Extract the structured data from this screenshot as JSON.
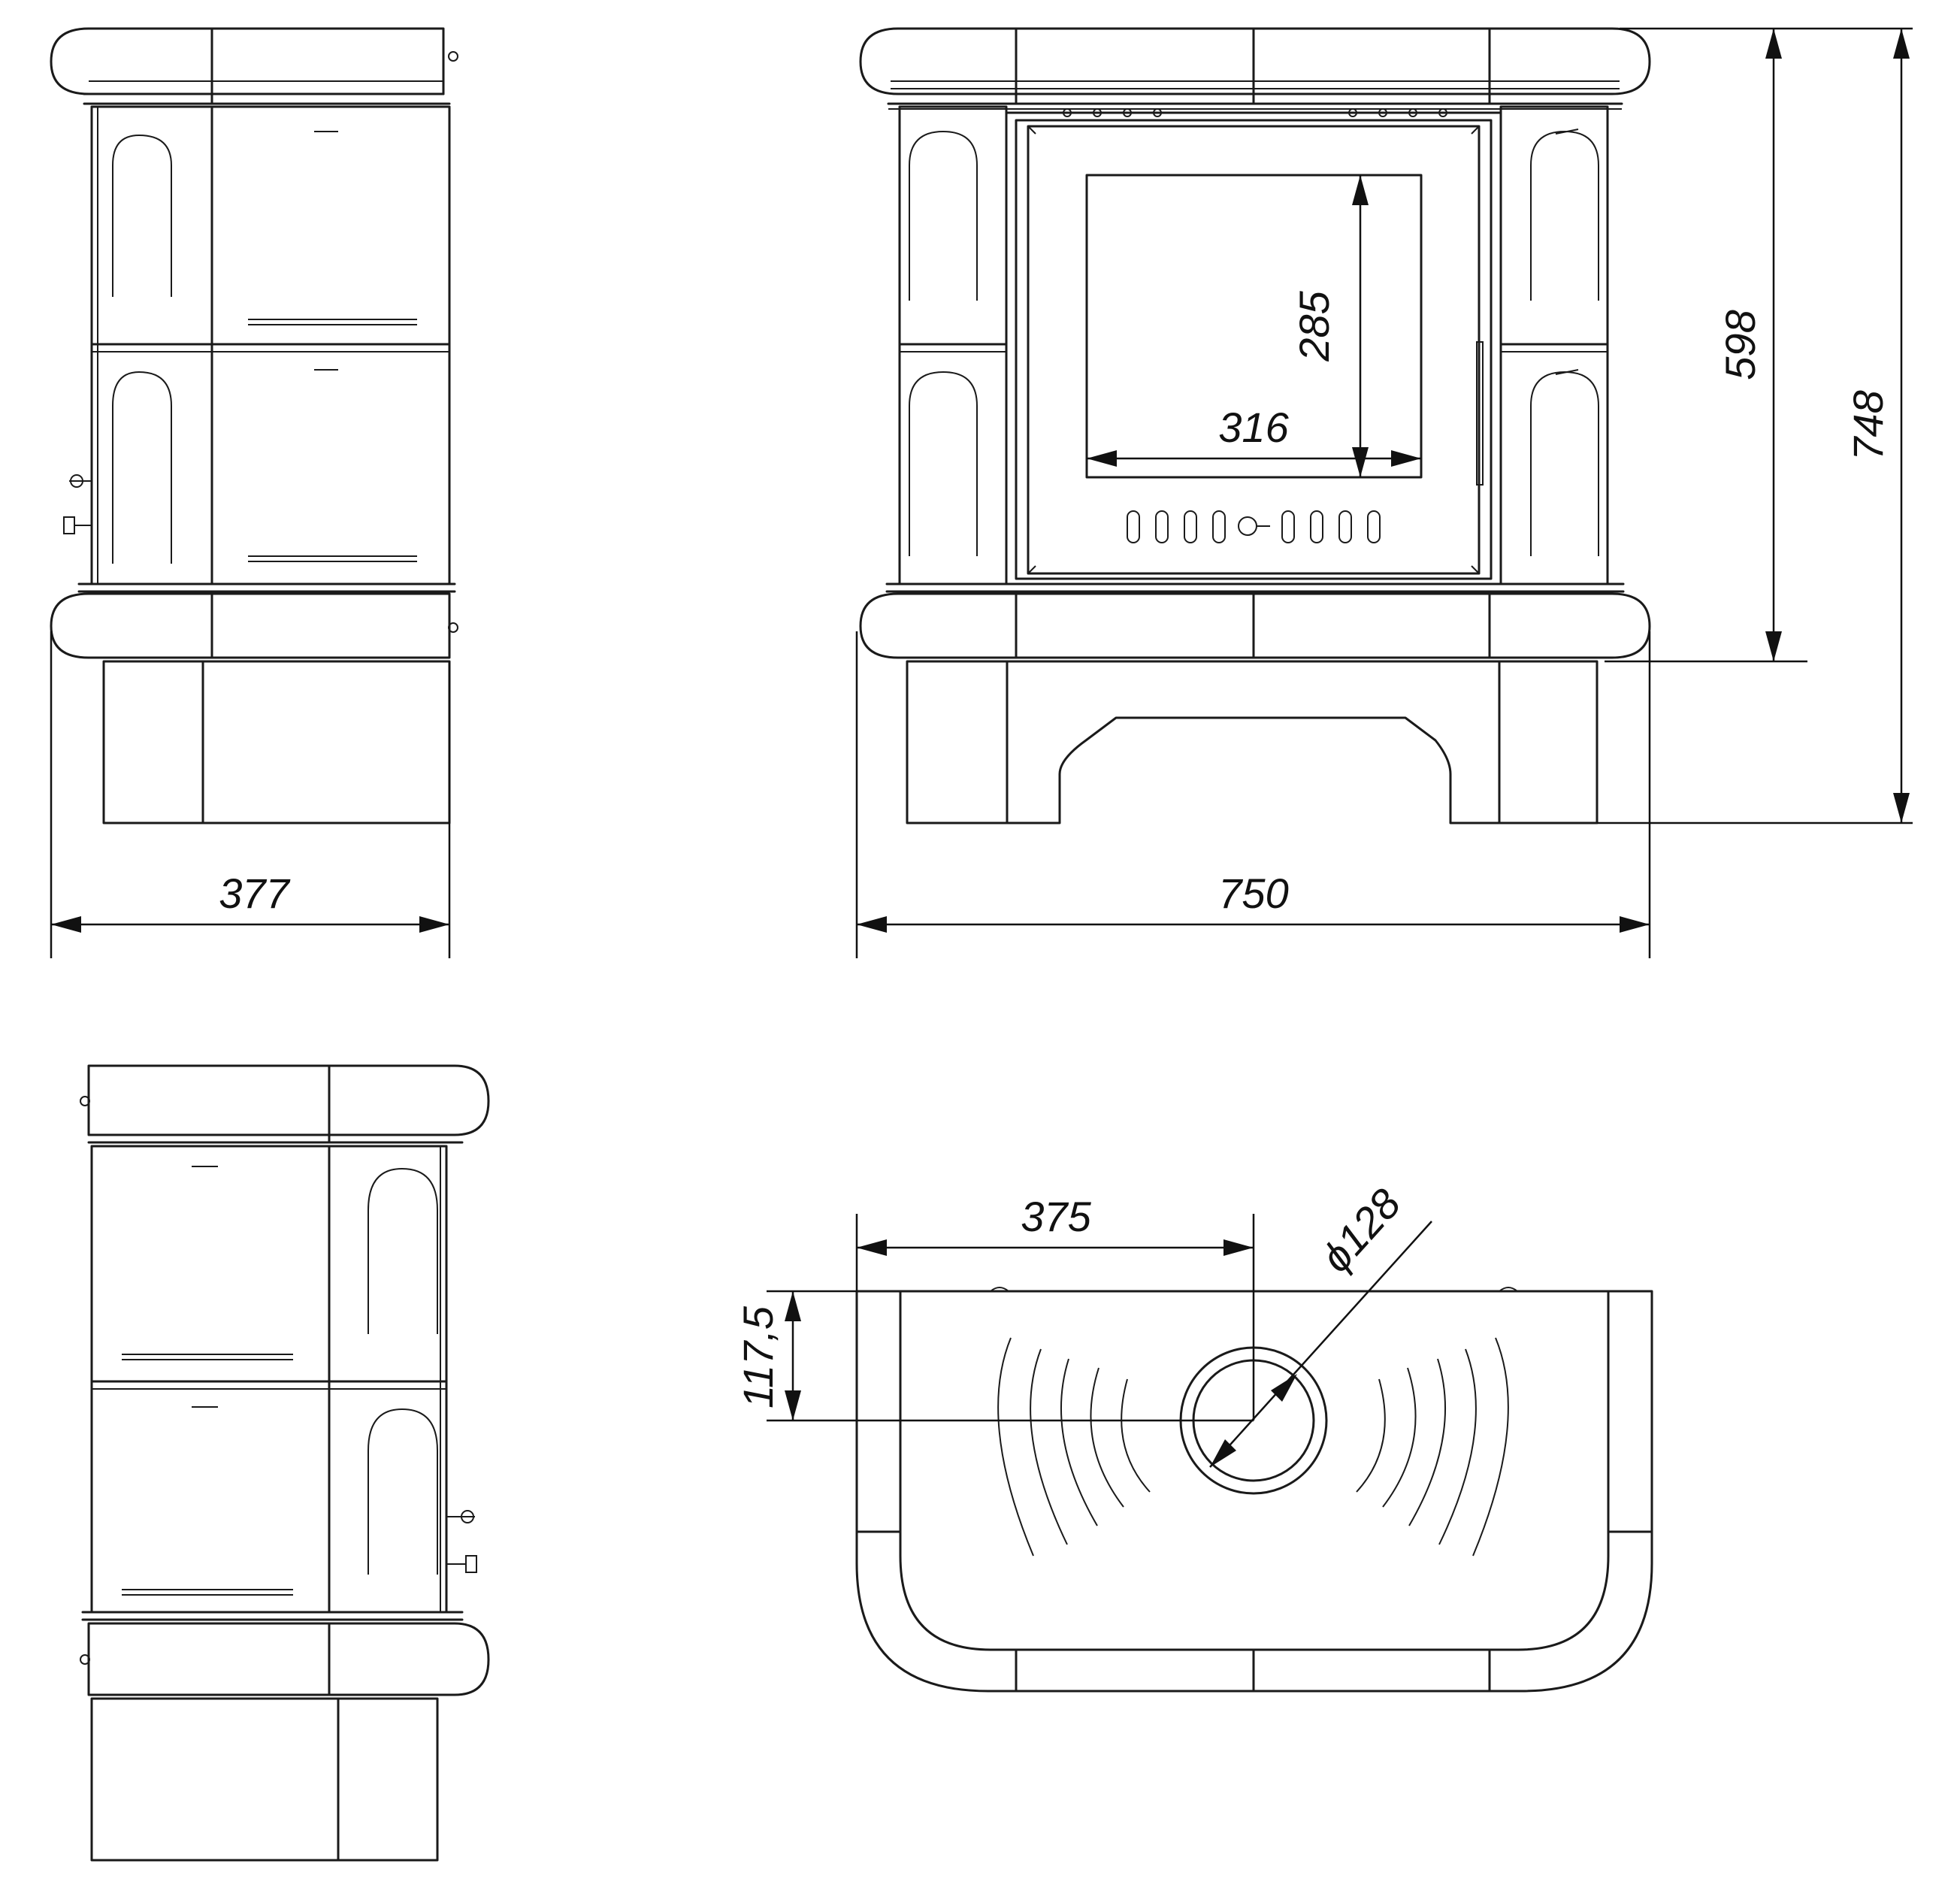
{
  "dimensions": {
    "side_depth": "377",
    "front_width": "750",
    "door_glass_height": "285",
    "door_glass_width": "316",
    "ceramic_height": "598",
    "total_height": "748",
    "flue_offset_x": "375",
    "flue_offset_y": "117,5",
    "flue_diameter": "ϕ128"
  },
  "colors": {
    "line": "#1a1a1a",
    "background": "#ffffff"
  }
}
